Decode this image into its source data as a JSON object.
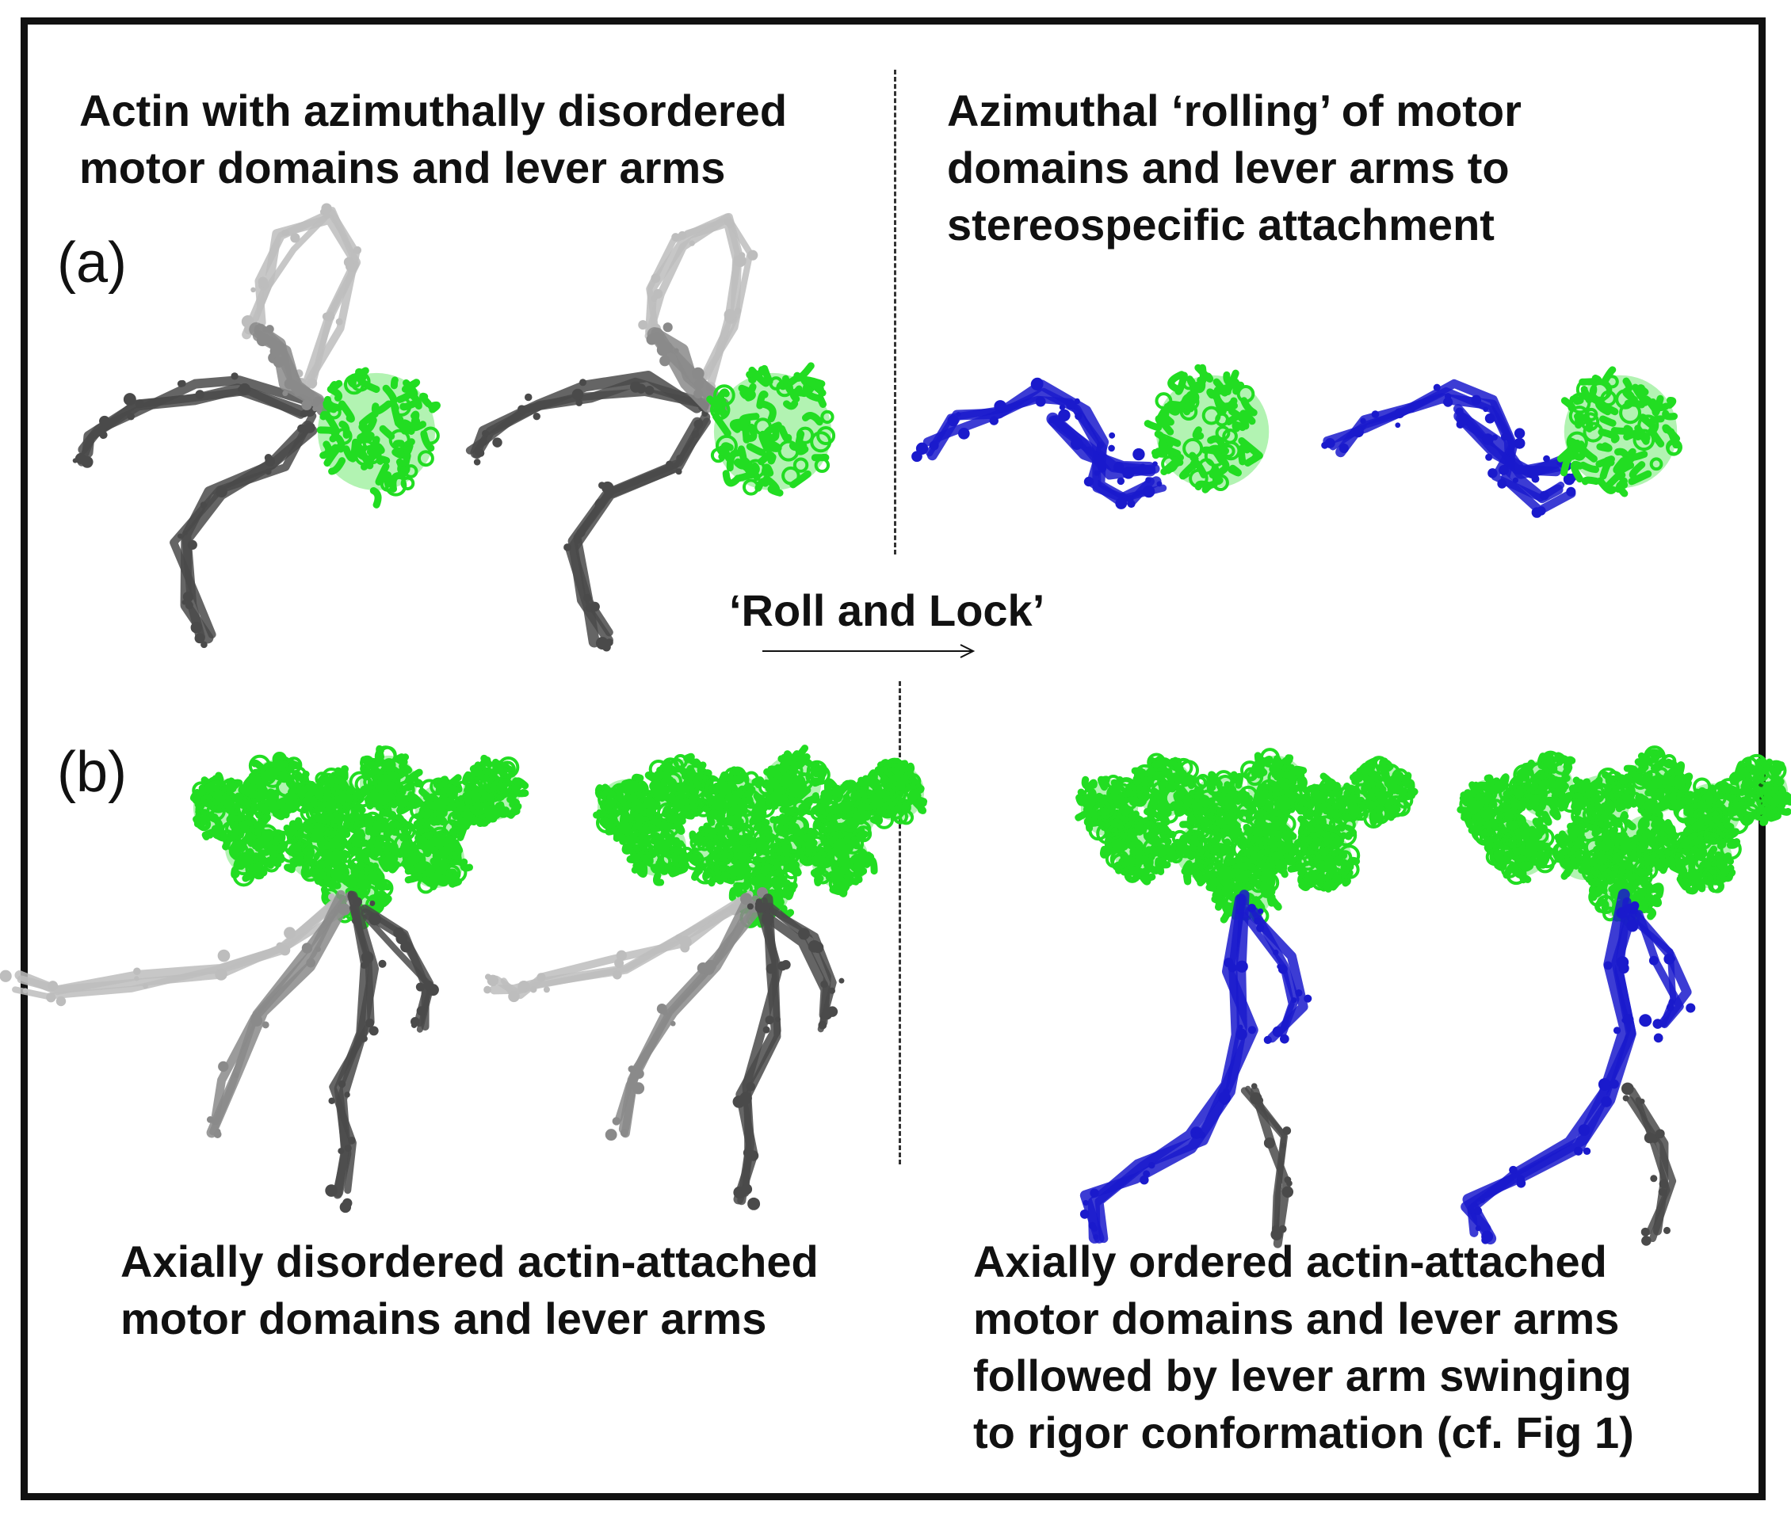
{
  "figure": {
    "top_left_caption": "Actin with azimuthally disordered\nmotor domains and lever arms",
    "top_right_caption": "Azimuthal ‘rolling’ of motor\ndomains and lever arms to\nstereospecific attachment",
    "panel_a_label": "(a)",
    "panel_b_label": "(b)",
    "transition_label": "‘Roll and Lock’",
    "bottom_left_caption": "Axially disordered actin-attached\nmotor domains and lever arms",
    "bottom_right_caption": "Axially ordered actin-attached\nmotor domains and lever arms\nfollowed by lever arm swinging\nto rigor conformation (cf. Fig 1)"
  },
  "colors": {
    "actin": "#22dd22",
    "ordered_myosin": "#1a1acc",
    "disordered_dark": "#4a4a4a",
    "disordered_mid": "#8a8a8a",
    "disordered_light": "#bdbdbd",
    "frame": "#111111"
  }
}
